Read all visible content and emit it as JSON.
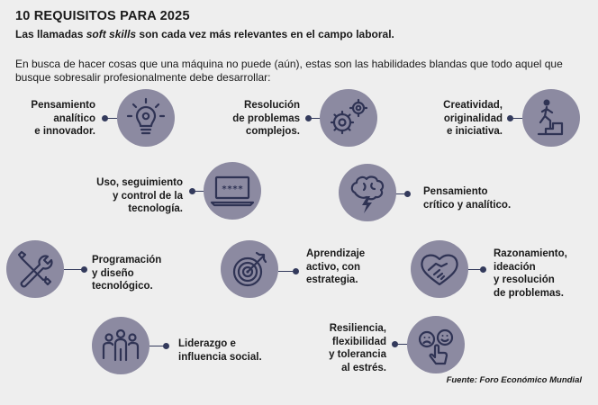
{
  "header": {
    "title": "10 REQUISITOS  PARA 2025",
    "subtitle_pre": "Las llamadas ",
    "subtitle_em": "soft skills",
    "subtitle_post": " son cada vez más relevantes en el campo laboral.",
    "intro": "En busca de hacer cosas que una máquina no puede (aún), estas son las habilidades blandas que todo aquel que busque sobresalir profesionalmente debe desarrollar:"
  },
  "skills": [
    {
      "lines": [
        "Pensamiento",
        "analítico",
        "e innovador."
      ],
      "icon": "lightbulb-gear-icon"
    },
    {
      "lines": [
        "Resolución",
        "de problemas",
        "complejos."
      ],
      "icon": "gears-icon"
    },
    {
      "lines": [
        "Creatividad,",
        "originalidad",
        "e iniciativa."
      ],
      "icon": "person-climbing-stairs-icon"
    },
    {
      "lines": [
        "Uso, seguimiento",
        "y control de la",
        "tecnología."
      ],
      "icon": "laptop-password-icon"
    },
    {
      "lines": [
        "Pensamiento",
        "crítico y analítico."
      ],
      "icon": "brain-lightning-icon"
    },
    {
      "lines": [
        "Programación",
        "y diseño",
        "tecnológico."
      ],
      "icon": "tools-icon"
    },
    {
      "lines": [
        "Aprendizaje",
        "activo, con",
        "estrategia."
      ],
      "icon": "target-arrow-icon"
    },
    {
      "lines": [
        "Razonamiento,",
        "ideación",
        "y resolución",
        "de problemas."
      ],
      "icon": "handshake-icon"
    },
    {
      "lines": [
        "Liderazgo e",
        "influencia social."
      ],
      "icon": "group-people-icon"
    },
    {
      "lines": [
        "Resiliencia,",
        "flexibilidad",
        "y tolerancia",
        "al estrés."
      ],
      "icon": "faces-touch-icon"
    }
  ],
  "source": "Fuente: Foro Económico Mundial",
  "colors": {
    "circle": "#8c8aa1",
    "connector": "#333a5c",
    "icon": "#2f3354",
    "background": "#eeeeee"
  }
}
